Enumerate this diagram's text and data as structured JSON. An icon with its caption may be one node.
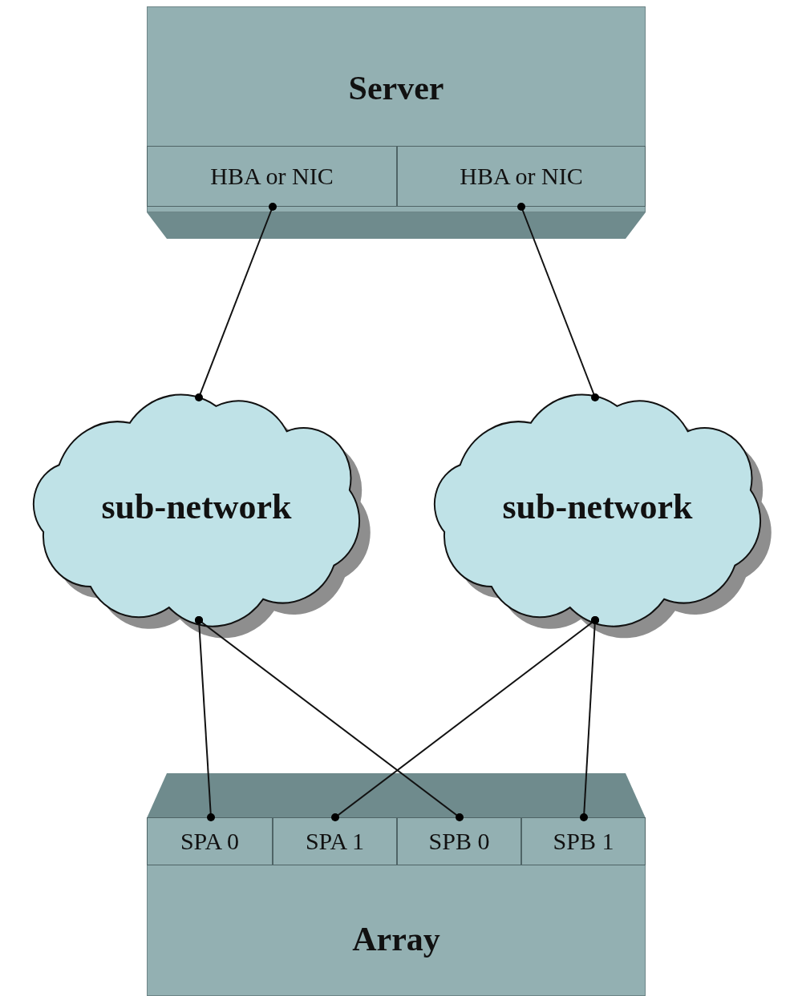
{
  "diagram": {
    "nodes": [
      {
        "text": [
          "Server"
        ]
      },
      {
        "text": [
          "HBA or NIC"
        ],
        "in": 0
      },
      {
        "text": [
          "HBA or NIC"
        ],
        "in": 0
      },
      {
        "text": [
          "sub-network"
        ]
      },
      {
        "text": [
          "sub-network"
        ]
      },
      {
        "text": [
          "Array"
        ]
      },
      {
        "text": [
          "SPA 0"
        ],
        "in": 5
      },
      {
        "text": [
          "SPA 1"
        ],
        "in": 5
      },
      {
        "text": [
          "SPB 0"
        ],
        "in": 5
      },
      {
        "text": [
          "SPB 1"
        ],
        "in": 5
      }
    ],
    "edges": [
      {
        "from": 1,
        "to": 3,
        "arrow": "other"
      },
      {
        "from": 2,
        "to": 4,
        "arrow": "other"
      },
      {
        "from": 3,
        "to": 6,
        "arrow": "other"
      },
      {
        "from": 3,
        "to": 8,
        "arrow": "other"
      },
      {
        "from": 4,
        "to": 7,
        "arrow": "other"
      },
      {
        "from": 4,
        "to": 9,
        "arrow": "other"
      }
    ]
  }
}
